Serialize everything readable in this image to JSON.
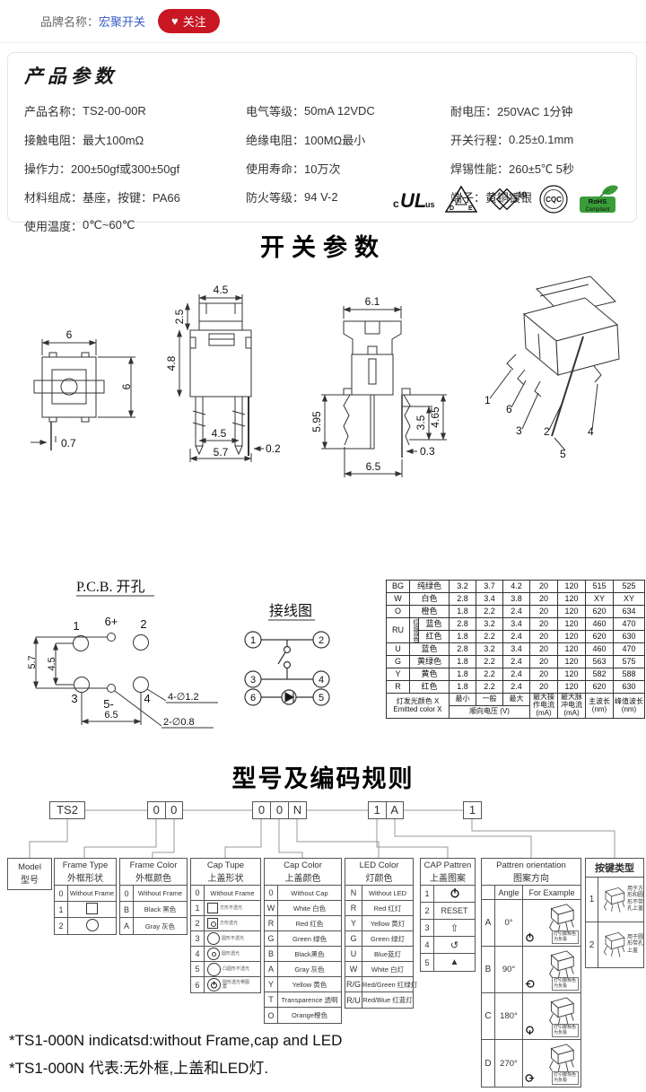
{
  "colors": {
    "accent_red": "#c81623",
    "link_blue": "#3a5bc7",
    "line": "#333333"
  },
  "topbar": {
    "brand_label": "品牌名称：",
    "brand_name": "宏聚开关",
    "follow_label": "关注"
  },
  "product": {
    "title": "产品参数",
    "items": [
      {
        "label": "产品名称：",
        "value": "TS2-00-00R"
      },
      {
        "label": "电气等级：",
        "value": "50mA  12VDC"
      },
      {
        "label": "耐电压：",
        "value": "250VAC  1分钟"
      },
      {
        "label": "接触电阻：",
        "value": "最大100mΩ"
      },
      {
        "label": "绝缘电阻：",
        "value": "100MΩ最小"
      },
      {
        "label": "开关行程：",
        "value": "0.25±0.1mm"
      },
      {
        "label": "操作力：",
        "value": "200±50gf或300±50gf"
      },
      {
        "label": "使用寿命：",
        "value": "10万次"
      },
      {
        "label": "焊锡性能：",
        "value": "260±5℃  5秒"
      },
      {
        "label": "材料组成：",
        "value": "基座，按键：PA66"
      },
      {
        "label": "防火等级：",
        "value": "94 V-2"
      },
      {
        "label": "端子：",
        "value": "黄铜镀银"
      },
      {
        "label": "使用温度：",
        "value": "0℃~60℃"
      }
    ],
    "certs": {
      "ul": "cULus",
      "vde": "VDE",
      "mark10": "10",
      "cqc": "CQC",
      "rohs_line1": "RoHS",
      "rohs_line2": "Compliant"
    }
  },
  "switch_section": {
    "title": "开关参数",
    "d1": {
      "w": "6",
      "h": "6",
      "pin": "0.7"
    },
    "d2": {
      "cap_w": "4.5",
      "cap_h": "2.5",
      "body_h": "4.8",
      "pin_span": "4.5",
      "base_w": "5.7",
      "lead_t": "0.2"
    },
    "d3": {
      "cap_w": "6.1",
      "pin_h": "5.95",
      "lead_h1": "3.5",
      "lead_h2": "4.65",
      "lead_t": "0.3",
      "base_w": "6.5"
    },
    "d4": {
      "pins": [
        "1",
        "6",
        "3",
        "2",
        "5",
        "4"
      ]
    }
  },
  "pcb": {
    "title": "P.C.B.  开孔",
    "labels": [
      "1",
      "6+",
      "2",
      "3",
      "5-",
      "4"
    ],
    "dim_v": "5.7",
    "dim_v2": "4.5",
    "dim_h": "6.5",
    "note_large": "4-∅1.2",
    "note_small": "2-∅0.8"
  },
  "wiring": {
    "title": "接线图",
    "pins": [
      "1",
      "2",
      "3",
      "4",
      "6",
      "5"
    ]
  },
  "led_table": {
    "rows": [
      [
        "BG",
        "纯绿色",
        "3.2",
        "3.7",
        "4.2",
        "20",
        "120",
        "515",
        "525"
      ],
      [
        "W",
        "白色",
        "2.8",
        "3.4",
        "3.8",
        "20",
        "120",
        "XY",
        "XY"
      ],
      [
        "O",
        "橙色",
        "1.8",
        "2.2",
        "2.4",
        "20",
        "120",
        "620",
        "634"
      ],
      [
        "U",
        "蓝色",
        "2.8",
        "3.2",
        "3.4",
        "20",
        "120",
        "460",
        "470"
      ],
      [
        "G",
        "黄绿色",
        "1.8",
        "2.2",
        "2.4",
        "20",
        "120",
        "563",
        "575"
      ],
      [
        "Y",
        "黄色",
        "1.8",
        "2.2",
        "2.4",
        "20",
        "120",
        "582",
        "588"
      ],
      [
        "R",
        "红色",
        "1.8",
        "2.2",
        "2.4",
        "20",
        "120",
        "620",
        "630"
      ]
    ],
    "ru": {
      "code": "RU",
      "group": "红蓝双色",
      "sub": [
        [
          "蓝色",
          "2.8",
          "3.2",
          "3.4",
          "20",
          "120",
          "460",
          "470"
        ],
        [
          "红色",
          "1.8",
          "2.2",
          "2.4",
          "20",
          "120",
          "620",
          "630"
        ]
      ]
    },
    "footer": {
      "label_cn": "灯发光颜色 X",
      "label_en": "Emitted color X",
      "min": "最小",
      "typ": "一般",
      "max": "最大",
      "vf": "顺向电压 (V)",
      "iop": "最大操作电流(mA)",
      "ipk": "最大脉冲电流(mA)",
      "wl": "主波长 (nm)",
      "pk": "峰值波长 (nm)"
    }
  },
  "coding": {
    "title": "型号及编码规则",
    "boxes": [
      {
        "cells": [
          "TS2"
        ]
      },
      {
        "cells": [
          "0",
          "0"
        ]
      },
      {
        "cells": [
          "0",
          "0",
          "N"
        ]
      },
      {
        "cells": [
          "1",
          "A"
        ]
      },
      {
        "cells": [
          "1"
        ]
      }
    ],
    "model": {
      "en": "Model",
      "cn": "型号"
    },
    "frame_type": {
      "en": "Frame Type",
      "cn": "外框形状",
      "r0c": "0",
      "r0v": "Without Frame",
      "r1c": "1",
      "r2c": "2"
    },
    "frame_color": {
      "en": "Frame Color",
      "cn": "外框颜色",
      "rows": [
        [
          "0",
          "Without Frame"
        ],
        [
          "B",
          "Black 黑色"
        ],
        [
          "A",
          "Gray 灰色"
        ]
      ]
    },
    "cap_type": {
      "en": "Cap Tupe",
      "cn": "上盖形状",
      "rows": [
        {
          "c": "0",
          "v": "Without Frame"
        },
        {
          "c": "1",
          "note": "方形不透光"
        },
        {
          "c": "2",
          "note": "方形透光"
        },
        {
          "c": "3",
          "note": "圆形不透光"
        },
        {
          "c": "4",
          "note": "圆形透光"
        },
        {
          "c": "5",
          "note": "凸圆形不透光"
        },
        {
          "c": "6",
          "note": "圆形透光带图案"
        }
      ]
    },
    "cap_color": {
      "en": "Cap Color",
      "cn": "上盖颜色",
      "rows": [
        [
          "0",
          "Without Cap"
        ],
        [
          "W",
          "White 白色"
        ],
        [
          "R",
          "Red 红色"
        ],
        [
          "G",
          "Green 绿色"
        ],
        [
          "B",
          "Black黑色"
        ],
        [
          "A",
          "Gray 灰色"
        ],
        [
          "Y",
          "Yellow 黄色"
        ],
        [
          "T",
          "Transparence 透明"
        ],
        [
          "O",
          "Orange橙色"
        ]
      ]
    },
    "led_color": {
      "en": "LED Color",
      "cn": "灯颜色",
      "rows": [
        [
          "N",
          "Without LED"
        ],
        [
          "R",
          "Red 红灯"
        ],
        [
          "Y",
          "Yellow 黄灯"
        ],
        [
          "G",
          "Green 绿灯"
        ],
        [
          "U",
          "Blue蓝灯"
        ],
        [
          "W",
          "White 白灯"
        ],
        [
          "R/G",
          "Red/Green 红绿灯"
        ],
        [
          "R/U",
          "Red/Blue 红蓝灯"
        ]
      ]
    },
    "cap_pattern": {
      "en": "CAP Pattren",
      "cn": "上盖图案",
      "r1c": "1",
      "r2c": "2",
      "r2v": "RESET",
      "r3c": "3",
      "r3g": "⇧",
      "r4c": "4",
      "r4g": "↺",
      "r5c": "5",
      "r5g": "▲"
    },
    "orientation": {
      "en": "Pattren orientation",
      "cn": "图案方向",
      "angle": "Angle",
      "example": "For Example",
      "rows": [
        [
          "A",
          "0°"
        ],
        [
          "B",
          "90°"
        ],
        [
          "C",
          "180°"
        ],
        [
          "D",
          "270°"
        ]
      ],
      "note": "灯引脚涂色为负极"
    },
    "key_type": {
      "cn": "按键类型",
      "rows": [
        {
          "c": "1",
          "note": "用于方形和圆形不带孔上盖"
        },
        {
          "c": "2",
          "note": "用于圆形带孔上盖"
        }
      ]
    }
  },
  "footnotes": [
    "*TS1-000N indicatsd:without Frame,cap and LED",
    "*TS1-000N 代表:无外框,上盖和LED灯."
  ]
}
